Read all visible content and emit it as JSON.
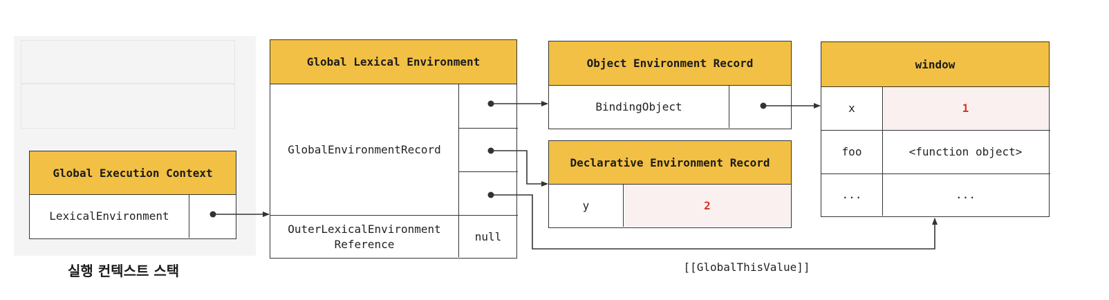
{
  "stack": {
    "caption": "실행 컨텍스트 스택",
    "gec": {
      "title": "Global Execution Context",
      "row_label": "LexicalEnvironment"
    }
  },
  "gle": {
    "title": "Global Lexical Environment",
    "record_label": "GlobalEnvironmentRecord",
    "outer_label": "OuterLexicalEnvironment Reference",
    "outer_value": "null"
  },
  "oer": {
    "title": "Object Environment Record",
    "row_label": "BindingObject"
  },
  "der": {
    "title": "Declarative Environment Record",
    "row_key": "y",
    "row_value": "2"
  },
  "window": {
    "title": "window",
    "rows": [
      {
        "key": "x",
        "value": "1"
      },
      {
        "key": "foo",
        "value": "<function object>"
      },
      {
        "key": "...",
        "value": "..."
      }
    ]
  },
  "global_this_label": "[[GlobalThisValue]]"
}
